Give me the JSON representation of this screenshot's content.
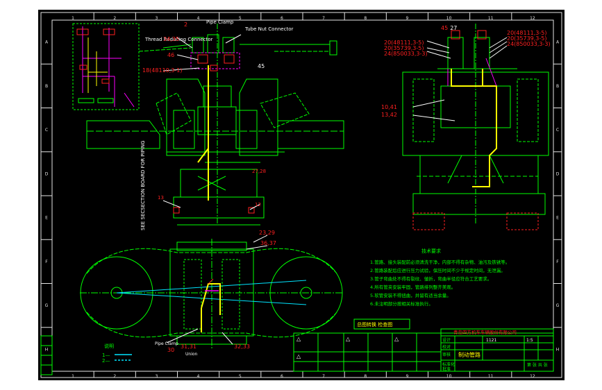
{
  "colors": {
    "bg": "#000000",
    "border": "#e6e6e6",
    "green": "#00ff00",
    "yellow": "#ffff00",
    "red": "#ff2020",
    "magenta": "#ff00ff",
    "cyan": "#00e5ff",
    "white": "#ffffff"
  },
  "border": {
    "cols": [
      "1",
      "2",
      "3",
      "4",
      "5",
      "6",
      "7",
      "8",
      "9",
      "10",
      "11",
      "12"
    ],
    "rows": [
      "A",
      "B",
      "C",
      "D",
      "E",
      "F",
      "G",
      "H"
    ]
  },
  "callouts": {
    "top_left": {
      "a": "34,35",
      "b": "46",
      "c": "2",
      "d": "45",
      "e": "18(48110,3-1)",
      "label1": "Thread Reducing Connector",
      "label2": "Tube Nut Connector",
      "label3": "Pipe Clamp"
    },
    "top_right": {
      "a": "45",
      "b": "27",
      "c": "20(48111,3-5)",
      "d": "20(35739,3-5)",
      "e": "24(850033,3-3)",
      "f": "20(48111,3-5)",
      "g": "20(35739,3-5)",
      "h": "24(850033,3-3)",
      "i": "10,41",
      "j": "13,42"
    },
    "mid_left": {
      "a": "13",
      "b": "12",
      "c": "27,28"
    },
    "bottom_left": {
      "a": "23,29",
      "b": "36,37",
      "c": "30",
      "d": "31,31",
      "e": "32,33",
      "label1": "Pipe Clamp",
      "label2": "Union"
    },
    "vertical_note": "SEE SECSECTION BOARD FOR PIPING"
  },
  "notes": {
    "heading": "技术要求",
    "lines": [
      "1.管路、接头装配前必须清洗干净，内部不得有杂物、油污及铁锈等。",
      "2.管路装配后应进行压力试验，保压时间不少于规定时间，无泄漏。",
      "3.管子弯曲处不得有裂纹、皱折，弯曲半径应符合工艺要求。",
      "4.所有管夹安装牢固，管路排列整齐美观。",
      "5.软管安装不得扭曲，并留有适当余量。",
      "6.未注明部分按相关标准执行。"
    ]
  },
  "stamp": "总图转换 检查图",
  "legend": {
    "title": "说明",
    "items": [
      "1—",
      "2—"
    ]
  },
  "title_block": {
    "company": "青岛四方机车车辆股份有限公司",
    "drawing_title": "制动管路",
    "drawing_no": "1121",
    "scale": "1:5",
    "sheet": "第 张 共 张",
    "signers": [
      "设计",
      "校对",
      "审核",
      "标准化",
      "批准"
    ],
    "revision_marks": [
      "△",
      "△",
      "△",
      "△"
    ]
  }
}
